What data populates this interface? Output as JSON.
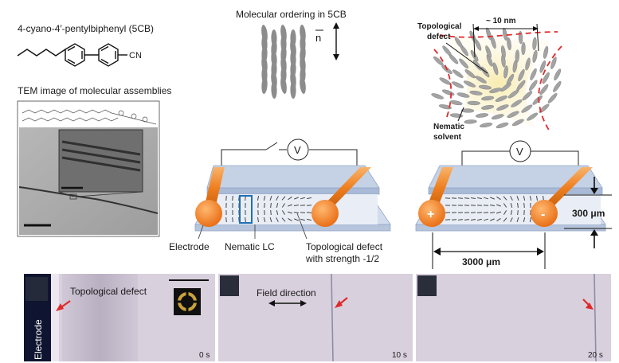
{
  "figure": {
    "molecule_name": "4-cyano-4′-pentylbiphenyl (5CB)",
    "cn_label": "CN",
    "tem_title": "TEM image of molecular assemblies",
    "ordering_title": "Molecular ordering in 5CB",
    "director_label": "n",
    "defect_schematic": {
      "scale_label": "~ 10 nm",
      "defect_label": [
        "Topological",
        "defect"
      ],
      "solvent_label": [
        "Nematic",
        "solvent"
      ]
    },
    "cell_left": {
      "voltmeter": "V",
      "labels": {
        "electrode": "Electrode",
        "nematic": "Nematic LC",
        "defect": [
          "Topological defect",
          "with strength -1/2"
        ]
      }
    },
    "cell_right": {
      "voltmeter": "V",
      "plus": "+",
      "minus": "-",
      "height_label": "300 μm",
      "width_label": "3000 μm"
    },
    "micrographs": [
      {
        "time": "0 s",
        "annotation": "Topological defect",
        "side_label": "Electrode"
      },
      {
        "time": "10 s",
        "annotation": "Field direction"
      },
      {
        "time": "20 s"
      }
    ]
  },
  "colors": {
    "electrode": "#f08a2a",
    "cell_glass": "#b3c3dd",
    "highlight_box": "#1f6fb5",
    "arrow_red": "#e02a2a",
    "micrograph_bg": "#d8cfdc",
    "defect_glow": "#f6e9a6"
  }
}
